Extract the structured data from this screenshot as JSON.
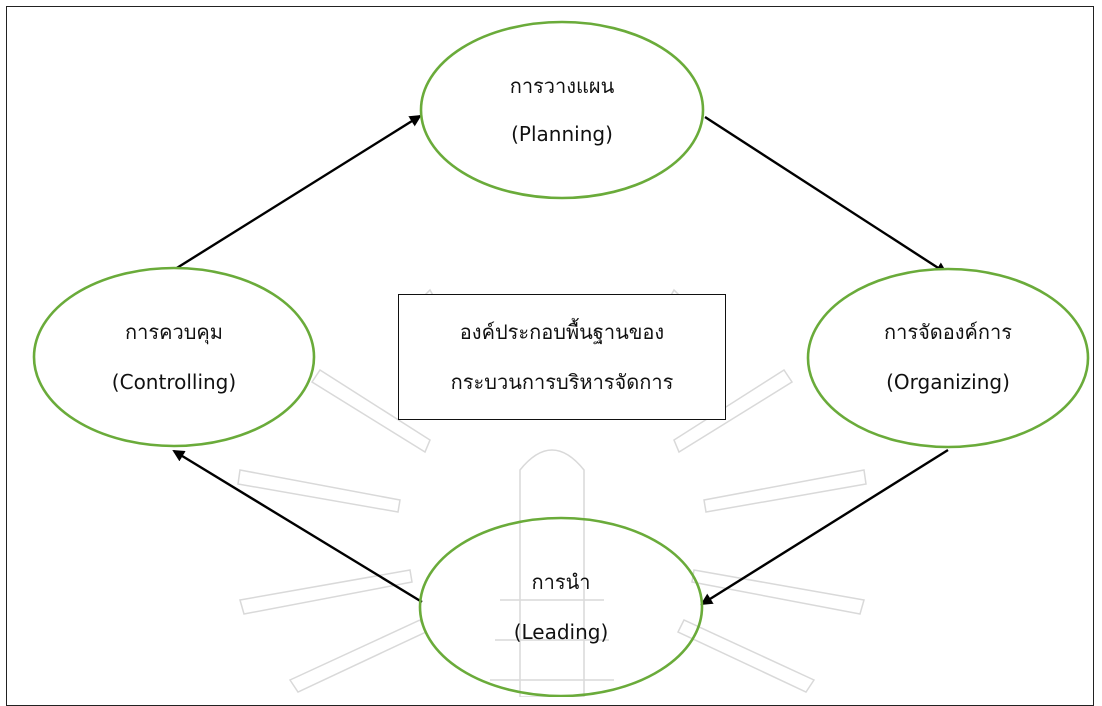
{
  "diagram": {
    "center": {
      "line1": "องค์ประกอบพื้นฐานของ",
      "line2": "กระบวนการบริหารจัดการ"
    },
    "nodes": {
      "planning": {
        "thai": "การวางแผน",
        "english": "(Planning)"
      },
      "organizing": {
        "thai": "การจัดองค์การ",
        "english": "(Organizing)"
      },
      "leading": {
        "thai": "การนำ",
        "english": "(Leading)"
      },
      "controlling": {
        "thai": "การควบคุม",
        "english": "(Controlling)"
      }
    },
    "colors": {
      "ellipse_stroke": "#6aab3a",
      "arrow": "#000000",
      "watermark": "#d6d6d6"
    }
  }
}
